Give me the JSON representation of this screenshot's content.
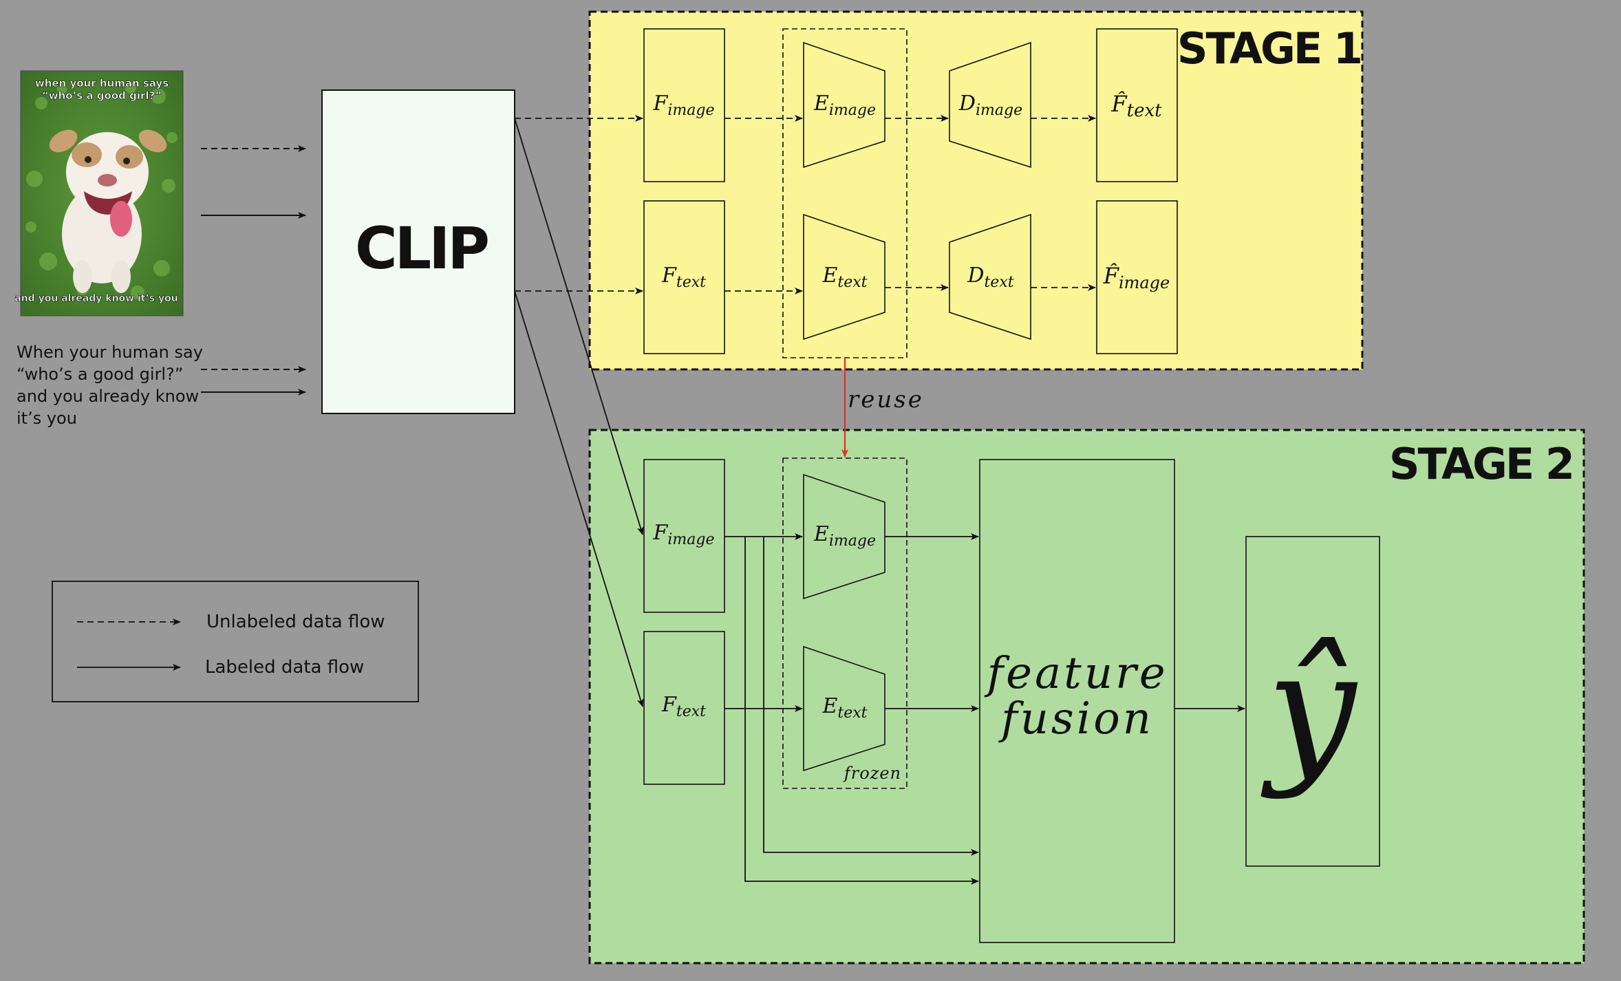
{
  "meme": {
    "top_text_line1": "when your human says",
    "top_text_line2": "“who’s a good girl?”",
    "bottom_text": "and you already know it’s you",
    "subject": "dog"
  },
  "caption_lines": [
    "When your human say",
    "“who’s a good girl?”",
    "and you already know",
    "it’s you"
  ],
  "clip_label": "CLIP",
  "stage1": {
    "title": "STAGE 1",
    "f_image": {
      "main": "F",
      "sub": "image"
    },
    "f_text": {
      "main": "F",
      "sub": "text"
    },
    "e_image": {
      "main": "E",
      "sub": "image"
    },
    "e_text": {
      "main": "E",
      "sub": "text"
    },
    "d_image": {
      "main": "D",
      "sub": "image"
    },
    "d_text": {
      "main": "D",
      "sub": "text"
    },
    "fhat_text": {
      "main": "F̂",
      "sub": "text"
    },
    "fhat_image": {
      "main": "F̂",
      "sub": "image"
    }
  },
  "reuse_label": "reuse",
  "stage2": {
    "title": "STAGE 2",
    "f_image": {
      "main": "F",
      "sub": "image"
    },
    "f_text": {
      "main": "F",
      "sub": "text"
    },
    "e_image": {
      "main": "E",
      "sub": "image"
    },
    "e_text": {
      "main": "E",
      "sub": "text"
    },
    "frozen_label": "frozen",
    "fusion_line1": "feature",
    "fusion_line2": "fusion",
    "output_label": "ŷ"
  },
  "legend": {
    "unlabeled": "Unlabeled data flow",
    "labeled": "Labeled data flow"
  },
  "colors": {
    "background": "#999999",
    "stage1_fill": "#faf597",
    "stage2_fill": "#b1dca0",
    "clip_fill": "#f3faf3",
    "reuse_arrow": "#d9322b"
  }
}
